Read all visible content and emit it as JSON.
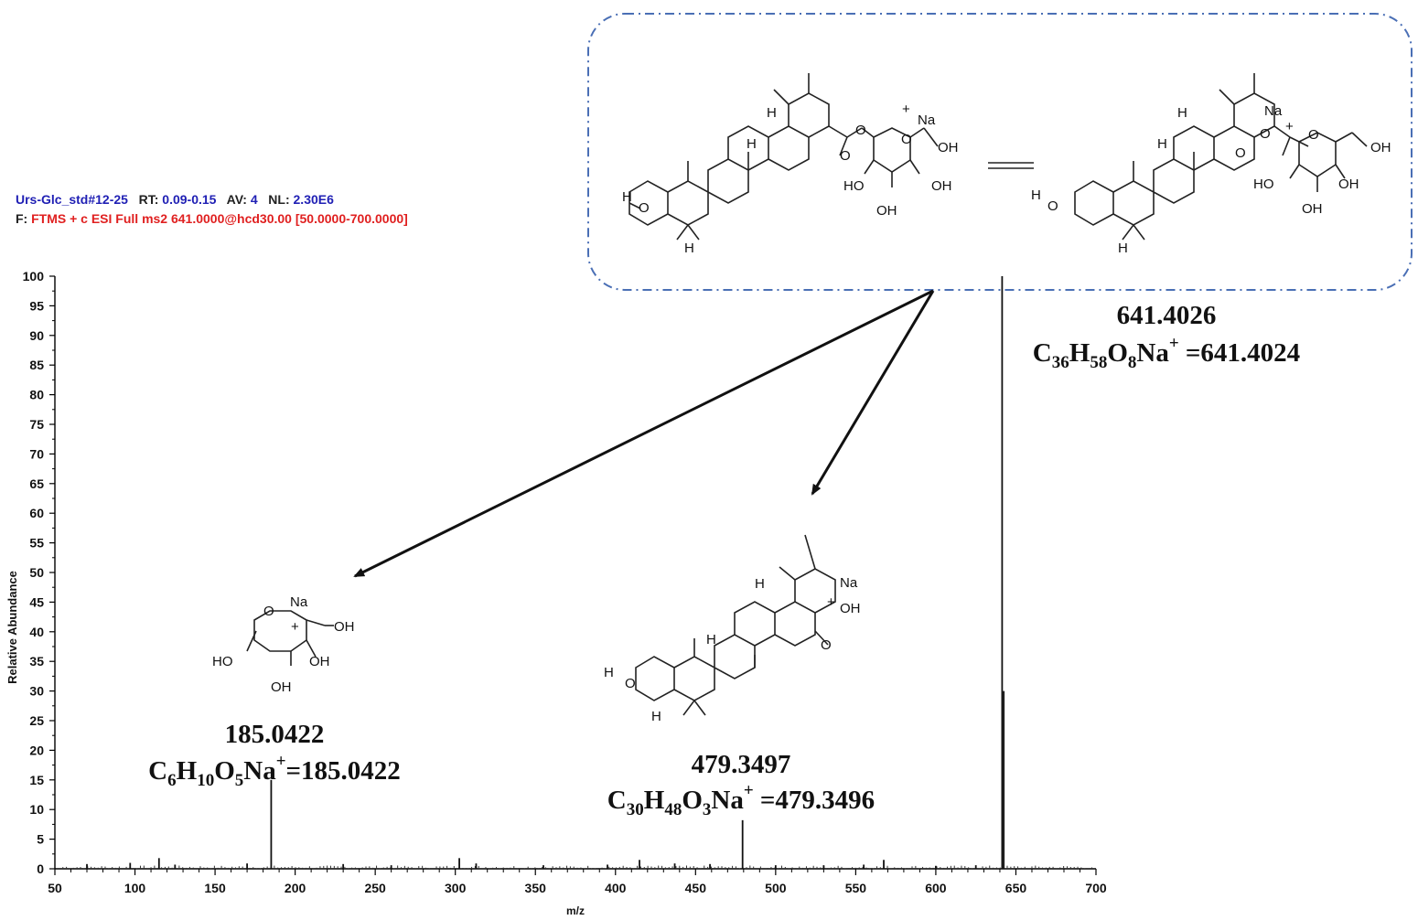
{
  "header": {
    "line1": {
      "file": "Urs-Glc_std#12-25",
      "rt_label": "RT:",
      "rt_value": "0.09-0.15",
      "av_label": "AV:",
      "av_value": "4",
      "nl_label": "NL:",
      "nl_value": "2.30E6"
    },
    "line2": {
      "f_label": "F:",
      "scan_filter": "FTMS + c ESI Full ms2 641.0000@hcd30.00 [50.0000-700.0000]"
    }
  },
  "chart_data": {
    "type": "bar",
    "xlabel": "m/z",
    "ylabel": "Relative Abundance",
    "xlim": [
      50,
      700
    ],
    "ylim": [
      0,
      100
    ],
    "x_ticks": [
      50,
      100,
      150,
      200,
      250,
      300,
      350,
      400,
      450,
      500,
      550,
      600,
      650,
      700
    ],
    "y_ticks": [
      0,
      5,
      10,
      15,
      20,
      25,
      30,
      35,
      40,
      45,
      50,
      55,
      60,
      65,
      70,
      75,
      80,
      85,
      90,
      95,
      100
    ],
    "peaks": [
      {
        "mz": 185.0422,
        "intensity": 15
      },
      {
        "mz": 479.3497,
        "intensity": 8.2
      },
      {
        "mz": 641.4026,
        "intensity": 100
      },
      {
        "mz": 642.406,
        "intensity": 30
      },
      {
        "mz": 115.0,
        "intensity": 1.8
      },
      {
        "mz": 302.5,
        "intensity": 1.8
      },
      {
        "mz": 415.0,
        "intensity": 1.5
      },
      {
        "mz": 567.5,
        "intensity": 1.5
      },
      {
        "mz": 97.0,
        "intensity": 1.0
      },
      {
        "mz": 70.0,
        "intensity": 0.8
      },
      {
        "mz": 125.0,
        "intensity": 0.7
      },
      {
        "mz": 170.0,
        "intensity": 0.9
      },
      {
        "mz": 230.0,
        "intensity": 0.8
      },
      {
        "mz": 260.0,
        "intensity": 0.6
      },
      {
        "mz": 313.0,
        "intensity": 0.9
      },
      {
        "mz": 355.0,
        "intensity": 0.6
      },
      {
        "mz": 395.0,
        "intensity": 0.7
      },
      {
        "mz": 437.0,
        "intensity": 0.9
      },
      {
        "mz": 459.0,
        "intensity": 0.8
      },
      {
        "mz": 500.0,
        "intensity": 0.6
      },
      {
        "mz": 530.0,
        "intensity": 0.6
      },
      {
        "mz": 555.0,
        "intensity": 0.7
      },
      {
        "mz": 600.0,
        "intensity": 0.5
      },
      {
        "mz": 625.0,
        "intensity": 0.6
      }
    ],
    "annotations": [
      {
        "mass": "185.0422",
        "formula": [
          {
            "t": "C"
          },
          {
            "t": "6",
            "s": "sub"
          },
          {
            "t": "H"
          },
          {
            "t": "10",
            "s": "sub"
          },
          {
            "t": "O"
          },
          {
            "t": "5",
            "s": "sub"
          },
          {
            "t": "Na"
          },
          {
            "t": "+",
            "s": "sup"
          },
          {
            "t": "=185.0422"
          }
        ]
      },
      {
        "mass": "479.3497",
        "formula": [
          {
            "t": "C"
          },
          {
            "t": "30",
            "s": "sub"
          },
          {
            "t": "H"
          },
          {
            "t": "48",
            "s": "sub"
          },
          {
            "t": "O"
          },
          {
            "t": "3",
            "s": "sub"
          },
          {
            "t": "Na"
          },
          {
            "t": "+",
            "s": "sup"
          },
          {
            "t": " =479.3496"
          }
        ]
      },
      {
        "mass": "641.4026",
        "formula": [
          {
            "t": "C"
          },
          {
            "t": "36",
            "s": "sub"
          },
          {
            "t": "H"
          },
          {
            "t": "58",
            "s": "sub"
          },
          {
            "t": "O"
          },
          {
            "t": "8",
            "s": "sub"
          },
          {
            "t": "Na"
          },
          {
            "t": "+",
            "s": "sup"
          },
          {
            "t": " =641.4024"
          }
        ]
      }
    ],
    "structure_labels": {
      "parent_left": [
        "Na",
        "+",
        "OH",
        "HO",
        "OH",
        "OH",
        "H",
        "H",
        "H",
        "O",
        "O",
        "O",
        "H",
        "O"
      ],
      "parent_right": [
        "Na",
        "+",
        "OH",
        "HO",
        "OH",
        "OH",
        "H",
        "H",
        "H",
        "O",
        "O",
        "O",
        "H",
        "O"
      ],
      "frag_sugar": [
        "Na",
        "O",
        "+",
        "OH",
        "HO",
        "OH",
        "OH"
      ],
      "frag_aglycone": [
        "Na",
        "+",
        "OH",
        "O",
        "H",
        "H",
        "H",
        "H",
        "O"
      ]
    }
  }
}
